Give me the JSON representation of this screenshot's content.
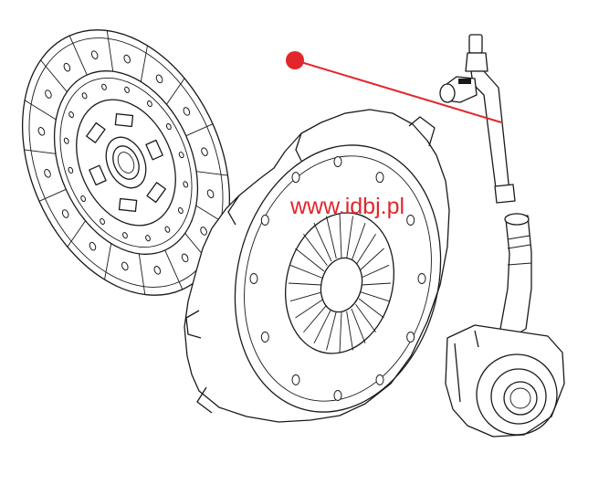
{
  "watermark": {
    "text": "www.idbj.pl",
    "color": "#e3262b"
  },
  "pointer": {
    "color": "#e3262b"
  },
  "parts": {
    "clutch_disc": "clutch-disc",
    "pressure_plate": "pressure-plate",
    "hydraulic_pipe": "hydraulic-pipe",
    "release_bearing": "concentric-slave-cylinder"
  }
}
